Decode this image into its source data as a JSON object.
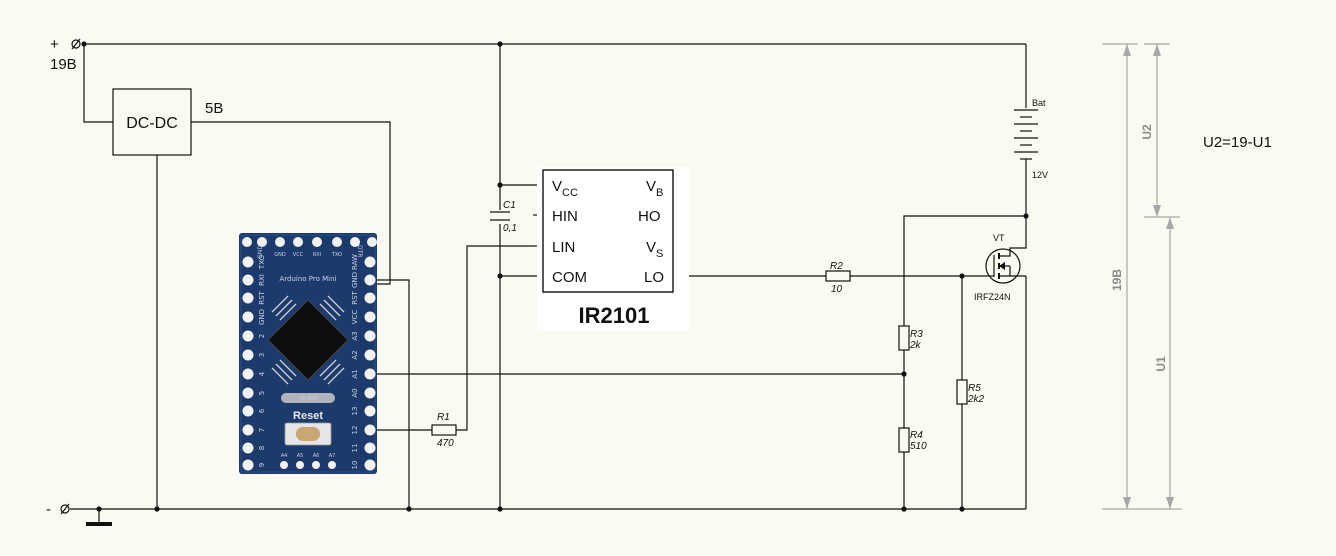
{
  "power": {
    "plus": "+",
    "minus": "-",
    "supply_voltage": "19B",
    "converter_out": "5B"
  },
  "dcdc": {
    "label": "DC-DC"
  },
  "driver": {
    "title": "IR2101",
    "pins_left": [
      {
        "main": "V",
        "sub": "CC"
      },
      {
        "main": "HIN",
        "sub": ""
      },
      {
        "main": "LIN",
        "sub": ""
      },
      {
        "main": "COM",
        "sub": ""
      }
    ],
    "pins_right": [
      {
        "main": "V",
        "sub": "B"
      },
      {
        "main": "HO",
        "sub": ""
      },
      {
        "main": "V",
        "sub": "S"
      },
      {
        "main": "LO",
        "sub": ""
      }
    ]
  },
  "components": {
    "c1": {
      "name": "C1",
      "value": "0,1"
    },
    "r1": {
      "name": "R1",
      "value": "470"
    },
    "r2": {
      "name": "R2",
      "value": "10"
    },
    "r3": {
      "name": "R3",
      "value": "2k"
    },
    "r4": {
      "name": "R4",
      "value": "510"
    },
    "r5": {
      "name": "R5",
      "value": "2k2"
    },
    "battery": {
      "name": "Bat",
      "value": "12V"
    },
    "transistor": {
      "name": "VT",
      "part": "IRFZ24N"
    }
  },
  "arduino": {
    "title": "Arduino Pro Mini",
    "top_pins": [
      "GND",
      "VCC",
      "RXI",
      "TXO"
    ],
    "left_pins": [
      "GND",
      "TXO",
      "RXI",
      "RST",
      "GND",
      "2",
      "3",
      "4",
      "5",
      "6",
      "7",
      "8",
      "9"
    ],
    "right_pins": [
      "DTR",
      "RAW",
      "GND",
      "RST",
      "VCC",
      "A3",
      "A2",
      "A1",
      "A0",
      "13",
      "12",
      "11",
      "10"
    ],
    "bottom_pins": [
      "A4",
      "A5",
      "A6",
      "A7"
    ],
    "crystal": "16.000",
    "reset_label": "Reset"
  },
  "dimensions": {
    "total": "19B",
    "upper": "U2",
    "lower": "U1",
    "equation": "U2=19-U1"
  }
}
